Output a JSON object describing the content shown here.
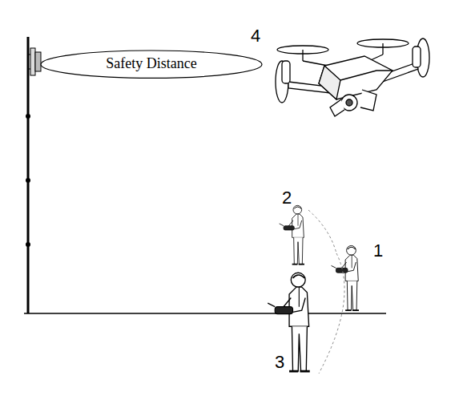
{
  "diagram": {
    "nodes": [
      {
        "text": [
          "Safety Distance"
        ]
      }
    ],
    "labels": [
      "4",
      "2",
      "1",
      "3"
    ]
  }
}
